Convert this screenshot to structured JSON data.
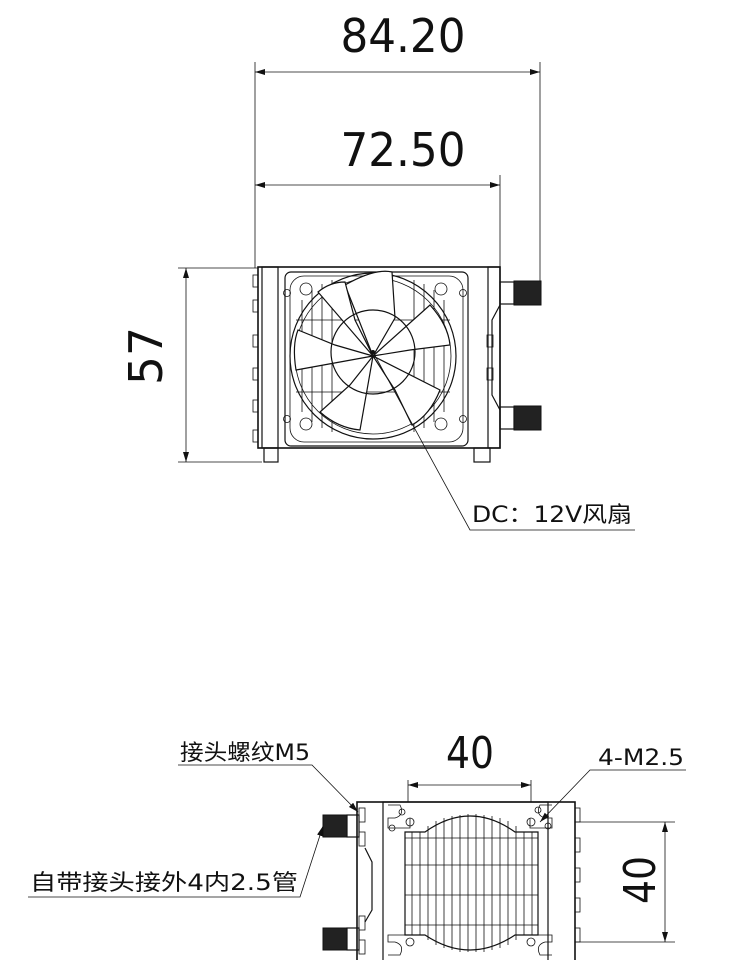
{
  "top_view": {
    "dim_overall_width": "84.20",
    "dim_body_width": "72.50",
    "dim_height": "57",
    "fan_label": "DC：12V风扇"
  },
  "bottom_view": {
    "dim_hole_spacing_x": "40",
    "dim_hole_spacing_y": "40",
    "thread_label": "接头螺纹M5",
    "hole_label": "4-M2.5",
    "tube_label": "自带接头接外4内2.5管"
  }
}
